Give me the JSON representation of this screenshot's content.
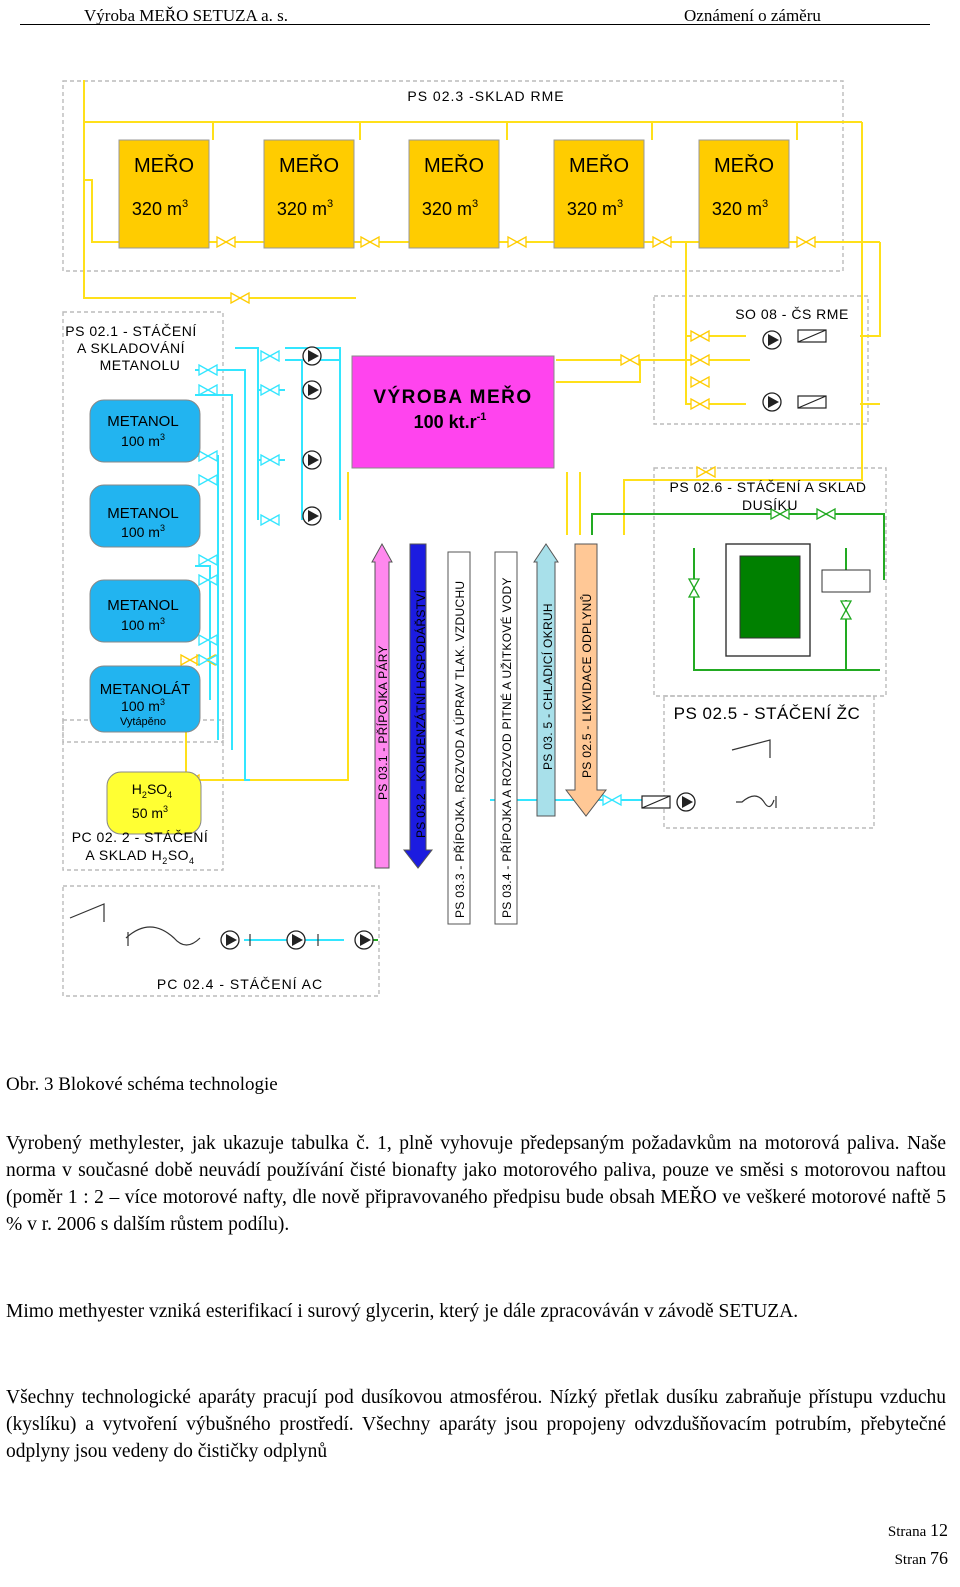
{
  "header": {
    "left": "Výroba MEŘO SETUZA a. s.",
    "right": "Oznámení o záměru"
  },
  "diagram": {
    "storage_title": "PS 02.3 -SKLAD RME",
    "tank_name": "MEŘO",
    "tank_volume": "320 m",
    "tanks": [
      "MEŘO",
      "MEŘO",
      "MEŘO",
      "MEŘO",
      "MEŘO"
    ],
    "methanol_title_1": "PS 02.1 - STÁČENÍ",
    "methanol_title_2": "A SKLADOVÁNÍ",
    "methanol_title_3": "METANOLU",
    "methanol_tanks": [
      {
        "name": "METANOL",
        "volume": "100 m"
      },
      {
        "name": "METANOL",
        "volume": "100 m"
      },
      {
        "name": "METANOL",
        "volume": "100 m"
      },
      {
        "name": "METANOLÁT",
        "volume": "100 m",
        "note": "Vytápěno"
      }
    ],
    "acid_tank_name": "H2SO4",
    "acid_tank_volume": "50 m",
    "acid_title_1": "PC 02. 2 - STÁČENÍ",
    "acid_title_2": "A SKLAD H2SO4",
    "production_title": "VÝROBA MEŘO",
    "production_capacity": "100 kt.r",
    "pump_station": "SO 08 - ČS RME",
    "nitrogen_title_1": "PS 02.6 - STÁČENÍ A SKLAD",
    "nitrogen_title_2": "DUSÍKU",
    "lye_title": "PS 02.5 - STÁČENÍ ŽC",
    "ac_title": "PC 02.4 - STÁČENÍ AC",
    "utilities": [
      {
        "label": "PS 03.1 - PŘÍPOJKA PÁRY",
        "color": "#ff88ee"
      },
      {
        "label": "PS 03.2 - KONDENZÁTNÍ HOSPODÁŘSTVÍ",
        "color": "#1c1ce0"
      },
      {
        "label": "PS 03.3 - PŘÍPOJKA, ROZVOD A ÚPRAV TLAK. VZDUCHU",
        "color": "#ffffff"
      },
      {
        "label": "PS 03.4 - PŘÍPOJKA A ROZVOD PITNÉ A UŽITKOVÉ VODY",
        "color": "#ffffff"
      },
      {
        "label": "PS 03. 5 - CHLADICÍ OKRUH",
        "color": "#a8e0ea"
      },
      {
        "label": "PS 02.5 - LIKVIDACE ODPLYNŮ",
        "color": "#ffc896"
      }
    ],
    "colors": {
      "tank_yellow": "#ffcc00",
      "methanol": "#22b4f0",
      "production": "#ff44ee",
      "nitrogen": "#008000",
      "pipe_yellow": "#ffe01a",
      "pipe_cyan": "#33e6ff",
      "pipe_green": "#22aa22"
    }
  },
  "caption": "Obr. 3 Blokové schéma technologie",
  "paragraphs": [
    "Vyrobený methylester, jak ukazuje tabulka č. 1, plně vyhovuje předepsaným požadavkům na motorová paliva. Naše norma v současné době neuvádí používání čisté bionafty jako motorového paliva, pouze ve směsi s motorovou naftou (poměr 1 : 2 – více motorové nafty, dle nově připravovaného předpisu bude obsah MEŘO ve veškeré motorové naftě 5 % v r. 2006 s dalším růstem podílu).",
    "Mimo methyester vzniká esterifikací i surový glycerin, který je dále zpracováván v závodě SETUZA.",
    "Všechny technologické aparáty pracují pod dusíkovou atmosférou. Nízký přetlak dusíku zabraňuje přístupu vzduchu (kyslíku) a vytvoření výbušného prostředí. Všechny aparáty jsou propojeny odvzdušňovacím potrubím, přebytečné odplyny jsou vedeny do čističky odplynů"
  ],
  "footer": {
    "page_label": "Strana",
    "page_number": "12",
    "total_label": "Stran",
    "total_number": "76"
  }
}
